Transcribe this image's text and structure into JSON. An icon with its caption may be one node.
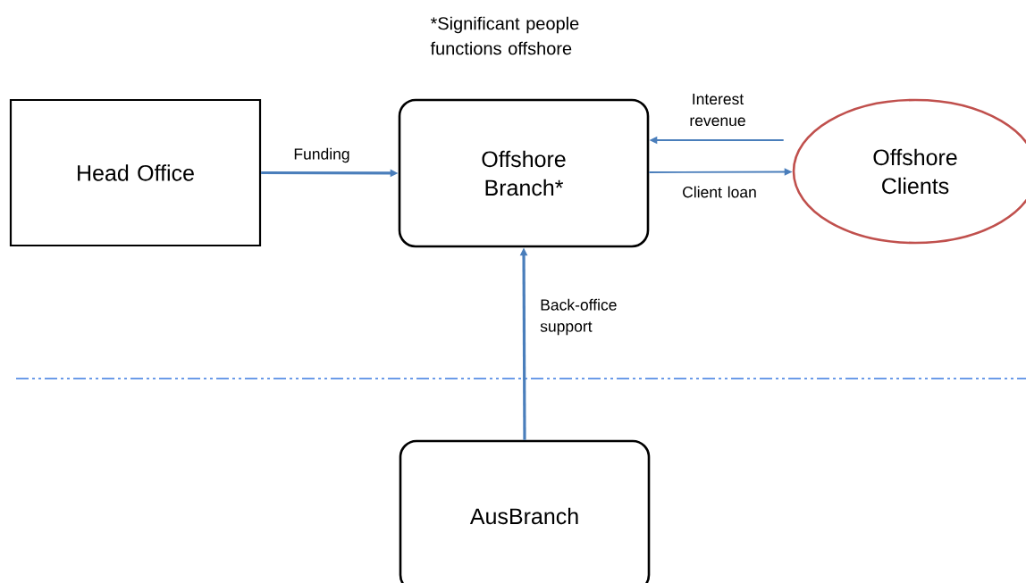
{
  "diagram": {
    "nodes": [
      {
        "text": [
          "Head Office"
        ]
      },
      {
        "text": [
          "Offshore Branch*"
        ]
      },
      {
        "text": [
          "Offshore Clients"
        ]
      },
      {
        "text": [
          "AusBranch"
        ]
      }
    ],
    "edges": [
      {
        "from": 0,
        "to": 1,
        "arrow": "to",
        "label": "Funding"
      },
      {
        "from": 2,
        "to": 1,
        "arrow": "to",
        "label": "Interest revenue"
      },
      {
        "from": 1,
        "to": 2,
        "arrow": "to",
        "label": "Client loan"
      },
      {
        "from": 3,
        "to": 1,
        "arrow": "to",
        "label": "Back-office support"
      }
    ],
    "labels": [
      "*Significant people functions offshore"
    ]
  }
}
